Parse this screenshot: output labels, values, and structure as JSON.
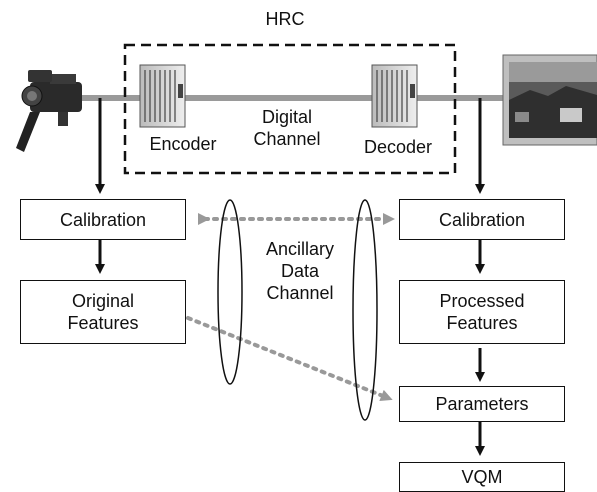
{
  "hrc": {
    "title": "HRC"
  },
  "channel": {
    "encoder": "Encoder",
    "digital": "Digital\nChannel",
    "decoder": "Decoder"
  },
  "ancillary": "Ancillary\nData\nChannel",
  "left": {
    "calibration": "Calibration",
    "features": "Original\nFeatures"
  },
  "right": {
    "calibration": "Calibration",
    "features": "Processed\nFeatures",
    "parameters": "Parameters",
    "vqm": "VQM"
  },
  "icons": {
    "camera": "video-camera-icon",
    "monitor": "monitor-icon",
    "encoder": "encoder-rack-icon",
    "decoder": "decoder-rack-icon"
  },
  "colors": {
    "line": "#111111",
    "dotted": "#999999",
    "gray_pipe": "#9a9a9a"
  }
}
